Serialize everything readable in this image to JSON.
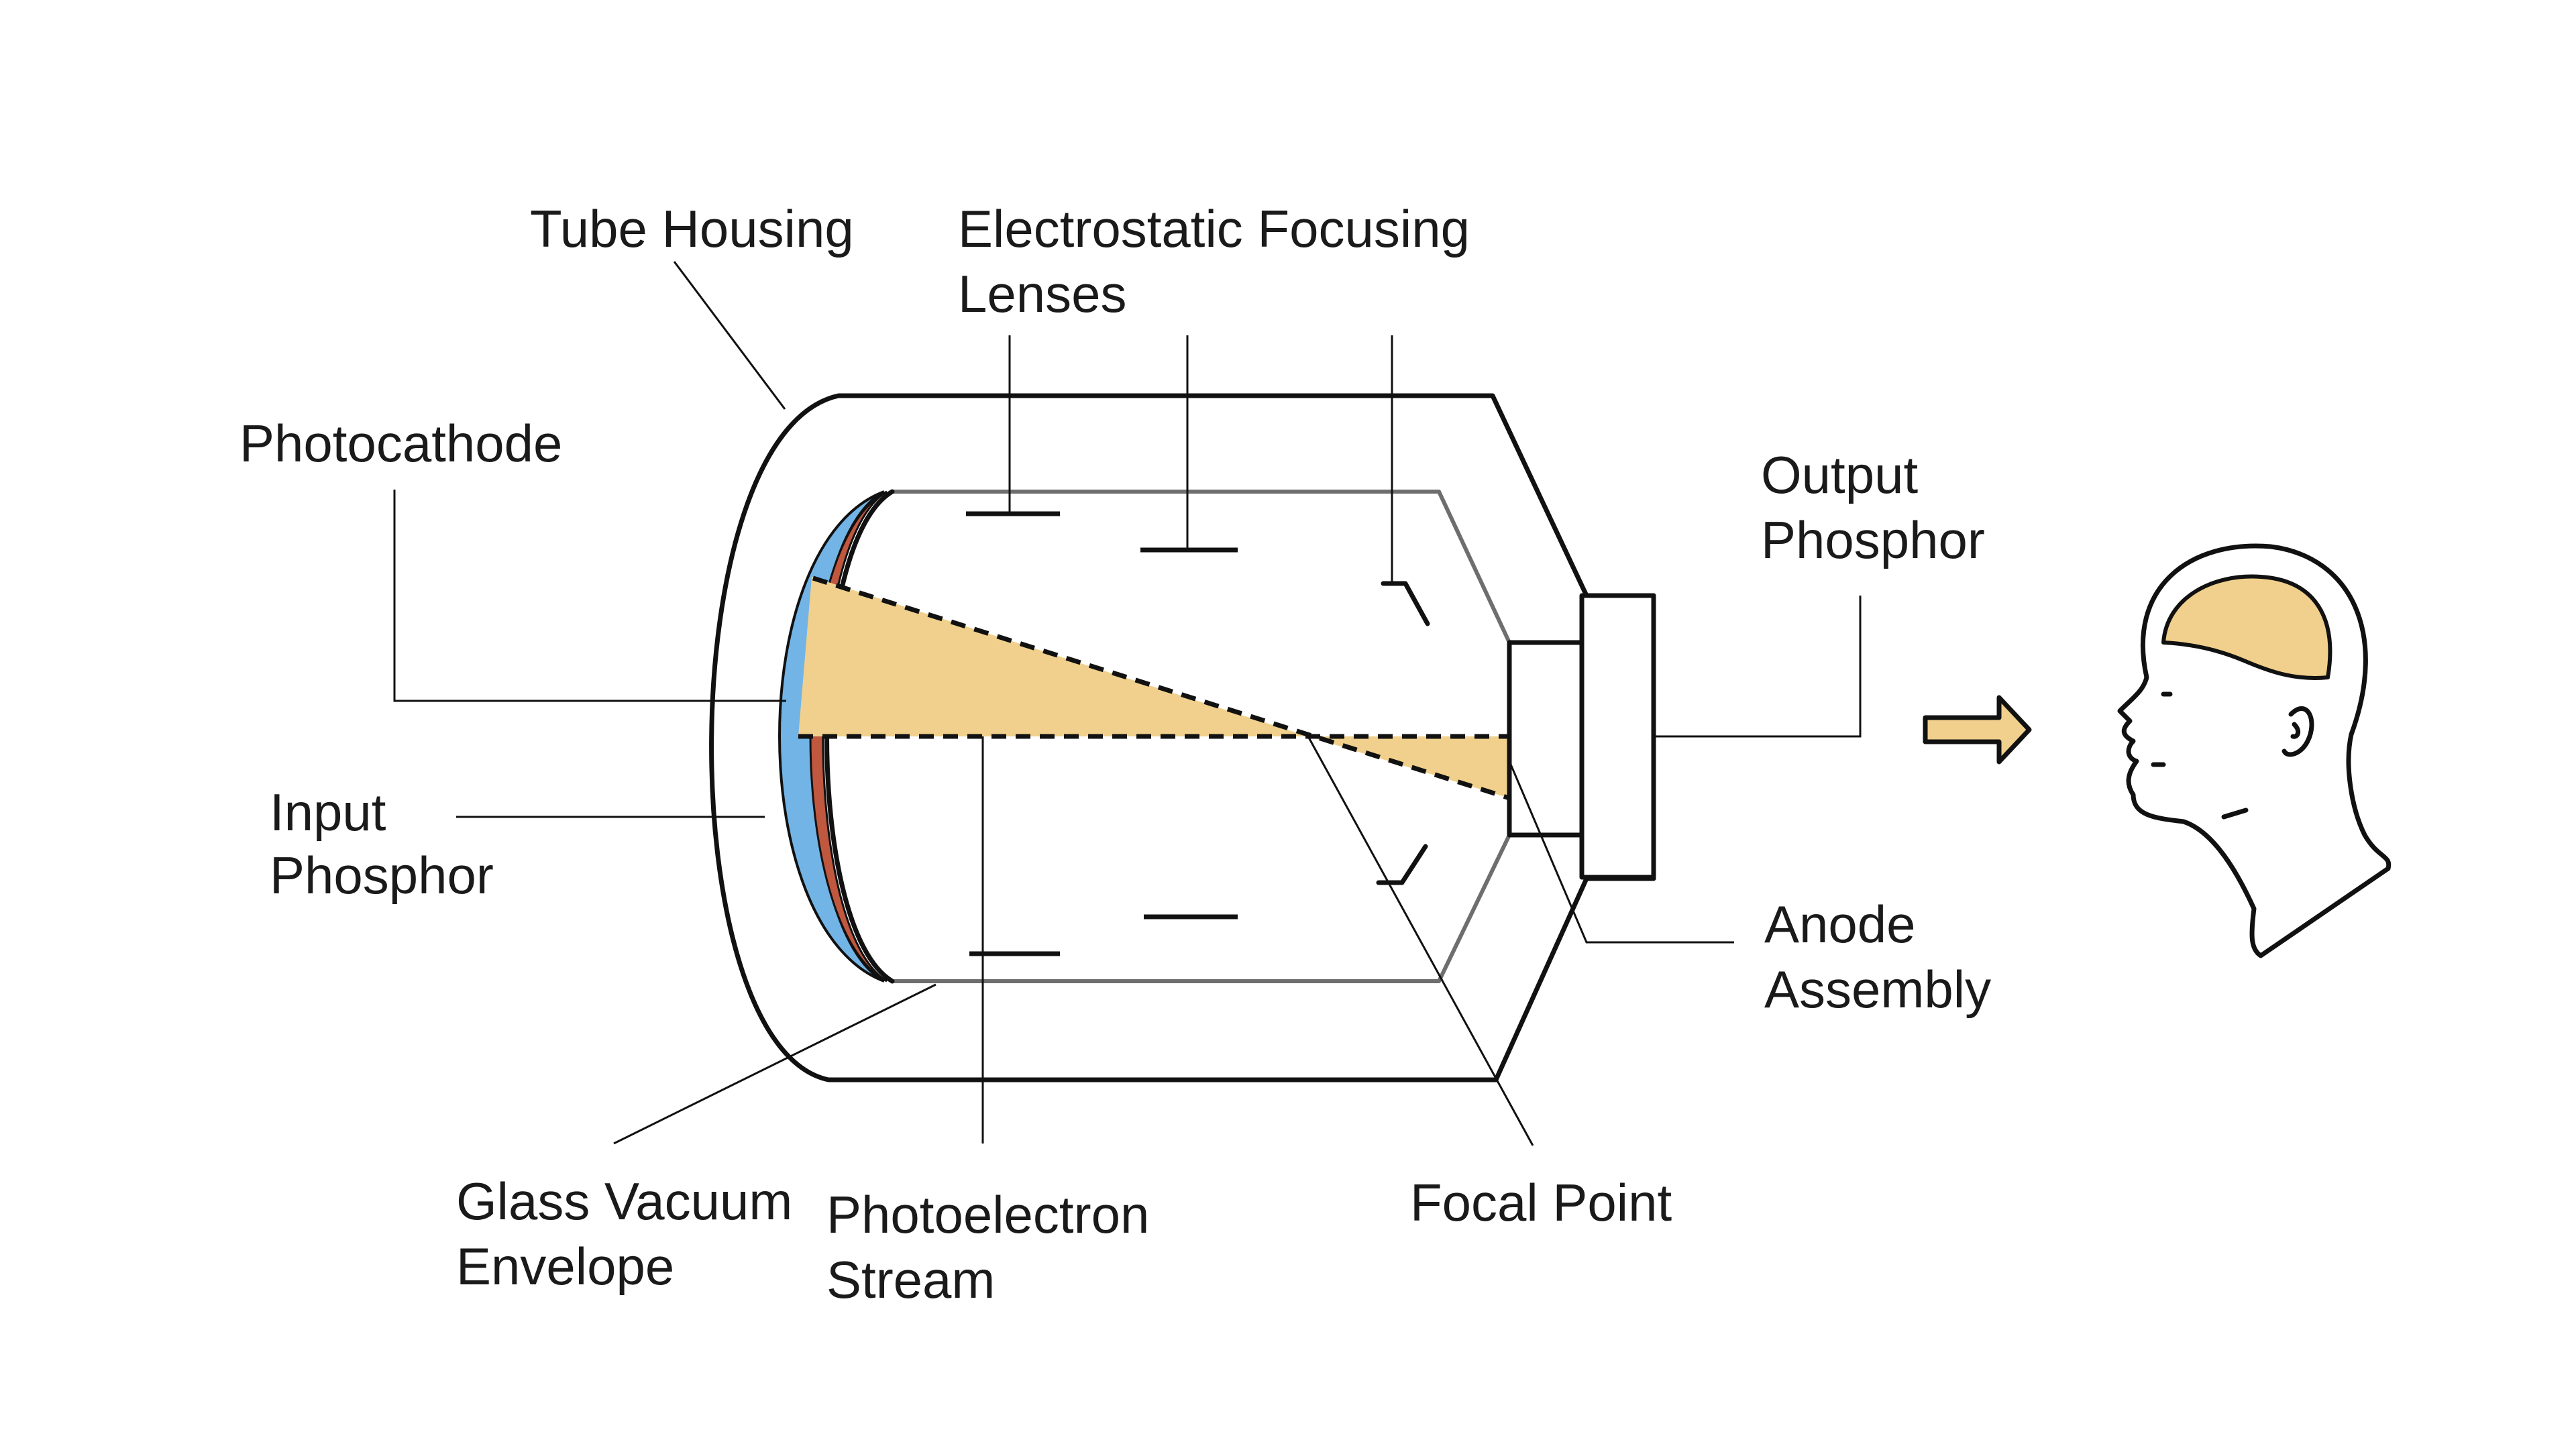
{
  "diagram": {
    "labels": {
      "tube_housing": "Tube Housing",
      "focusing_lenses_line1": "Electrostatic Focusing",
      "focusing_lenses_line2": "Lenses",
      "photocathode": "Photocathode",
      "output_phosphor_line1": "Output",
      "output_phosphor_line2": "Phosphor",
      "input_phosphor_line1": "Input",
      "input_phosphor_line2": "Phosphor",
      "anode_line1": "Anode",
      "anode_line2": "Assembly",
      "glass_envelope_line1": "Glass Vacuum",
      "glass_envelope_line2": "Envelope",
      "photoelectron_line1": "Photoelectron",
      "photoelectron_line2": "Stream",
      "focal_point": "Focal Point"
    },
    "colors": {
      "beam_fill": "#f0d08c",
      "input_phosphor": "#72b4e6",
      "photocathode": "#c0573f",
      "outline": "#111111",
      "glass": "#6e6e6e",
      "arrow_fill": "#f0d08c"
    },
    "icons": {
      "arrow": "right-arrow-icon",
      "viewer": "viewer-head-icon"
    }
  }
}
